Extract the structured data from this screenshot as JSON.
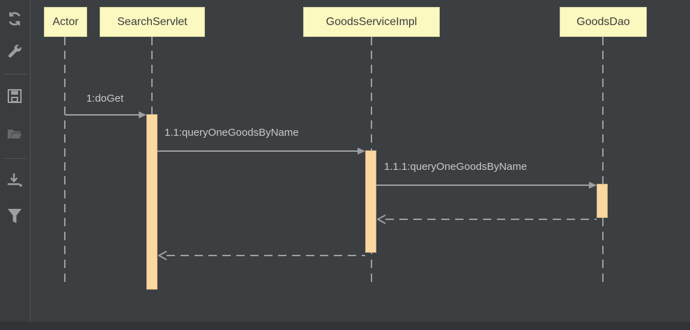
{
  "window": {
    "background": "#3c3f41",
    "bottom_strip_color": "#313436"
  },
  "toolbar": {
    "icons": [
      {
        "name": "refresh-icon",
        "enabled": true
      },
      {
        "name": "wrench-icon",
        "enabled": true
      },
      {
        "name": "save-icon",
        "enabled": true
      },
      {
        "name": "open-folder-icon",
        "enabled": false
      },
      {
        "name": "export-icon",
        "enabled": true
      },
      {
        "name": "filter-icon",
        "enabled": true
      }
    ]
  },
  "diagram": {
    "type": "uml-sequence",
    "participants": [
      {
        "name": "Actor"
      },
      {
        "name": "SearchServlet"
      },
      {
        "name": "GoodsServiceImpl"
      },
      {
        "name": "GoodsDao"
      }
    ],
    "messages": [
      {
        "label": "1:doGet",
        "from": "Actor",
        "to": "SearchServlet",
        "kind": "call"
      },
      {
        "label": "1.1:queryOneGoodsByName",
        "from": "SearchServlet",
        "to": "GoodsServiceImpl",
        "kind": "call"
      },
      {
        "label": "1.1.1:queryOneGoodsByName",
        "from": "GoodsServiceImpl",
        "to": "GoodsDao",
        "kind": "call"
      },
      {
        "label": "",
        "from": "GoodsDao",
        "to": "GoodsServiceImpl",
        "kind": "return"
      },
      {
        "label": "",
        "from": "GoodsServiceImpl",
        "to": "SearchServlet",
        "kind": "return"
      }
    ],
    "colors": {
      "participant_fill": "#fbf8c0",
      "participant_text": "#3c3c3c",
      "activation_fill": "#fbd8a0",
      "line": "#9da0a2",
      "label_text": "#c6c8ca"
    }
  }
}
